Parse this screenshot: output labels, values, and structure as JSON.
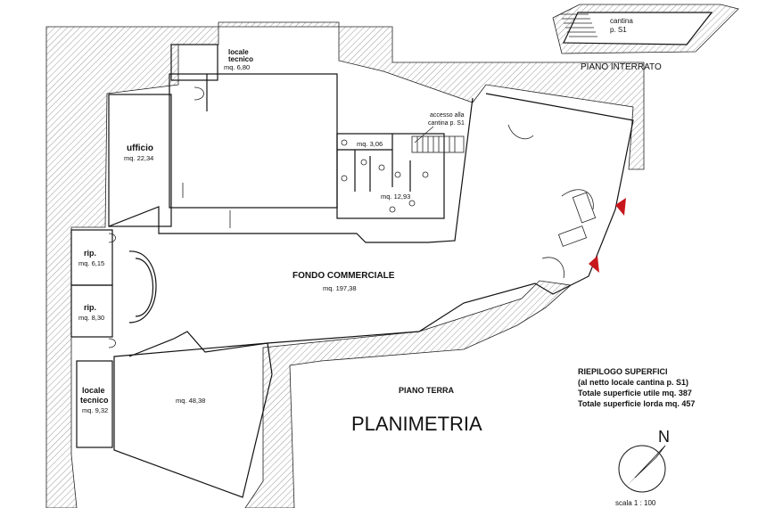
{
  "rooms": {
    "locale_tecnico_top": {
      "name_l1": "locale",
      "name_l2": "tecnico",
      "area": "mq. 6,80"
    },
    "ufficio": {
      "name": "ufficio",
      "area": "mq. 22,34"
    },
    "wc_small": {
      "area": "mq. 3,06"
    },
    "wc_big": {
      "area": "mq. 12,93"
    },
    "accesso": {
      "l1": "accesso alla",
      "l2": "cantina p. S1"
    },
    "rip1": {
      "name": "rip.",
      "area": "mq. 6,15"
    },
    "rip2": {
      "name": "rip.",
      "area": "mq. 8,30"
    },
    "fondo": {
      "name": "FONDO COMMERCIALE",
      "area": "mq. 197,38"
    },
    "locale_tecnico_bottom": {
      "name_l1": "locale",
      "name_l2": "tecnico",
      "area": "mq. 9,32"
    },
    "room_bottom": {
      "area": "mq. 48,38"
    }
  },
  "cantina": {
    "l1": "cantina",
    "l2": "p. S1"
  },
  "floors": {
    "interrato": "PIANO INTERRATO",
    "terra": "PIANO TERRA"
  },
  "title": "PLANIMETRIA",
  "summary": {
    "l1": "RIEPILOGO SUPERFICI",
    "l2": "(al netto locale cantina p. S1)",
    "l3": "Totale superficie utile  mq. 387",
    "l4": "Totale superficie lorda mq. 457"
  },
  "compass": {
    "letter": "N"
  },
  "scale": "scala 1 : 100",
  "colors": {
    "marker": "#c8161d",
    "line": "#111111"
  }
}
